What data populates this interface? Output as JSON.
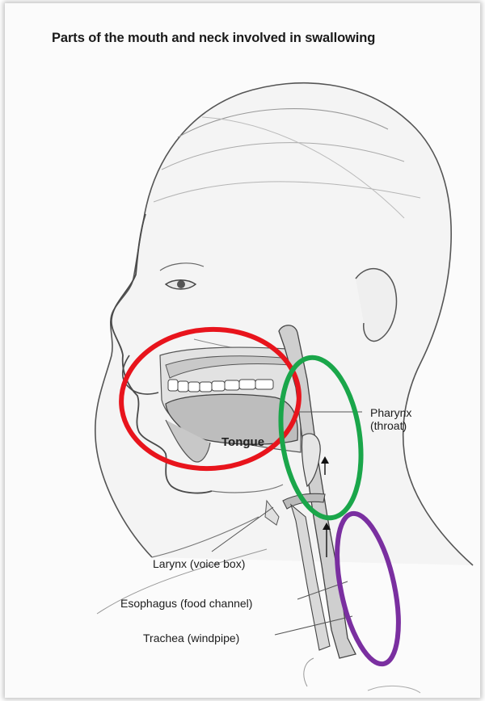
{
  "title": "Parts of the mouth and neck involved in swallowing",
  "labels": {
    "tongue": "Tongue",
    "pharynx": "Pharynx",
    "pharynx_sub": "(throat)",
    "larynx": "Larynx (voice box)",
    "esophagus": "Esophagus (food channel)",
    "trachea": "Trachea (windpipe)"
  },
  "highlight_colors": {
    "mouth": "#e8141c",
    "pharynx": "#1aa64a",
    "esophagus": "#7a2fa0"
  }
}
